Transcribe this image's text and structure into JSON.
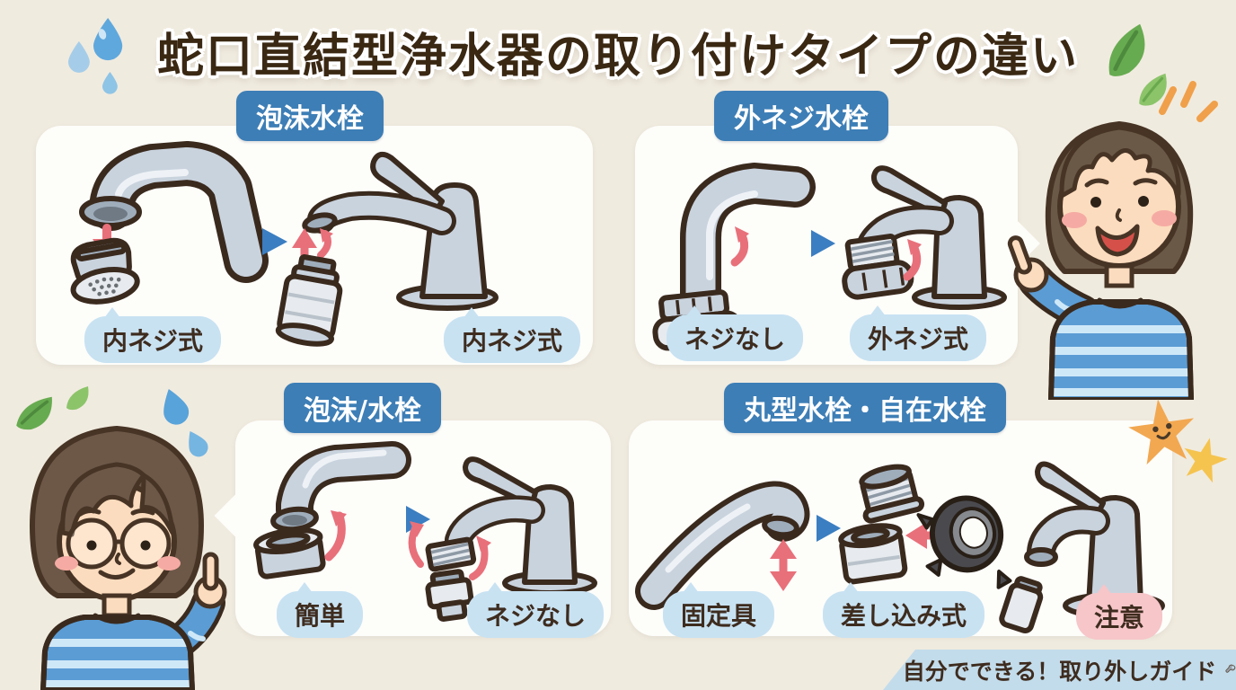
{
  "title": "蛇口直結型浄水器の取り付けタイプの違い",
  "panels": [
    {
      "header": "泡沫水栓",
      "labels": [
        "内ネジ式",
        "内ネジ式"
      ]
    },
    {
      "header": "外ネジ水栓",
      "labels": [
        "ネジなし",
        "外ネジ式"
      ]
    },
    {
      "header": "泡沫/水栓",
      "labels": [
        "簡単",
        "ネジなし"
      ]
    },
    {
      "header": "丸型水栓・自在水栓",
      "labels": [
        "固定具",
        "差し込み式"
      ],
      "warning_label": "注意"
    }
  ],
  "footer": {
    "guide_text": "自分でできる！取り外しガイド"
  },
  "colors": {
    "background": "#f0ebdf",
    "panel": "#fdfdfa",
    "header_blue": "#3d7eb6",
    "label_blue": "#c8e2f2",
    "label_pink": "#f6c6c9",
    "text_brown": "#3e2c1f",
    "title_brown": "#3a2813",
    "accent_red": "#e8707a",
    "step_arrow_blue": "#3b7ec1",
    "banner_blue": "#c3dceb"
  }
}
